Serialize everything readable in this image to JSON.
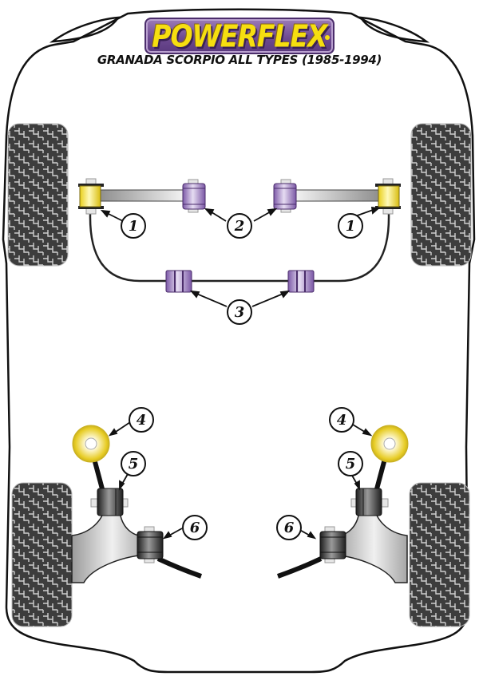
{
  "brand": {
    "logo_text": "POWERFLEX",
    "logo_fill": "#f6de10",
    "logo_background": "#6e4a92"
  },
  "title": "GRANADA SCORPIO ALL TYPES (1985-1994)",
  "colors": {
    "yellow_bush": "#f3e03a",
    "purple_bush": "#9a7cc0",
    "black_bush": "#2a2a2a",
    "tyre": "#3d3d3d",
    "outline": "#111111"
  },
  "diagram": {
    "view": "top-down car outline",
    "parts": [
      {
        "id": 1,
        "label": "1",
        "description": "front arm outer bush (yellow)",
        "count": 2
      },
      {
        "id": 2,
        "label": "2",
        "description": "front arm inner bush (purple)",
        "count": 2
      },
      {
        "id": 3,
        "label": "3",
        "description": "anti-roll bar bush (purple)",
        "count": 2
      },
      {
        "id": 4,
        "label": "4",
        "description": "upper mount bush (yellow round)",
        "count": 2
      },
      {
        "id": 5,
        "label": "5",
        "description": "rear arm upper bush (black)",
        "count": 2
      },
      {
        "id": 6,
        "label": "6",
        "description": "rear arm inner bush (black)",
        "count": 2
      }
    ],
    "callouts": [
      {
        "label": "1",
        "side": "left"
      },
      {
        "label": "2",
        "side": "center"
      },
      {
        "label": "1",
        "side": "right"
      },
      {
        "label": "3",
        "side": "center"
      },
      {
        "label": "4",
        "side": "left"
      },
      {
        "label": "4",
        "side": "right"
      },
      {
        "label": "5",
        "side": "left"
      },
      {
        "label": "5",
        "side": "right"
      },
      {
        "label": "6",
        "side": "left"
      },
      {
        "label": "6",
        "side": "right"
      }
    ]
  }
}
